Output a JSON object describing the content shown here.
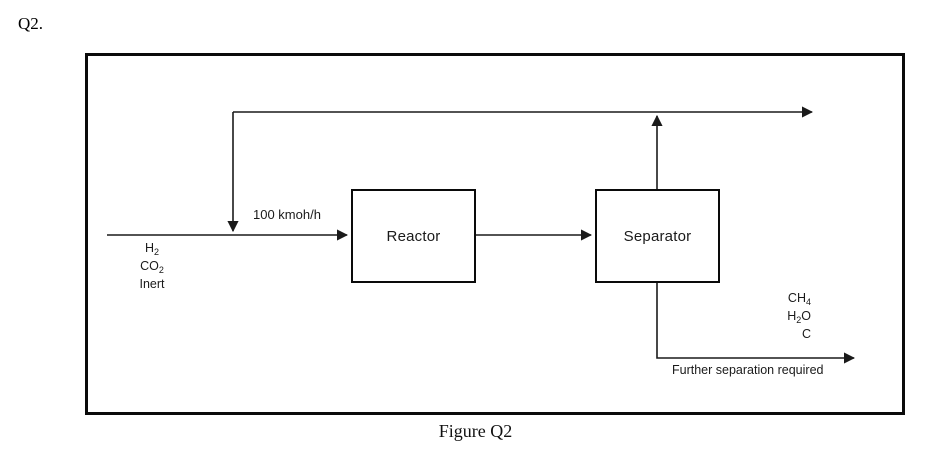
{
  "question": {
    "label": "Q2."
  },
  "figure": {
    "caption": "Figure Q2",
    "units": [
      {
        "id": "reactor",
        "label": "Reactor"
      },
      {
        "id": "separator",
        "label": "Separator"
      }
    ],
    "streams": {
      "recycle_flow_label": "100 kmoh/h",
      "feed_components": [
        "H2",
        "CO2",
        "Inert"
      ],
      "feed_components_display": [
        "H",
        "CO",
        "Inert"
      ],
      "feed_subscripts": [
        "2",
        "2",
        ""
      ],
      "product_components": [
        "CH4",
        "H2O",
        "C"
      ],
      "bottom_note": "Further separation required"
    },
    "colors": {
      "line": "#1a1a1a",
      "frame": "#0a0a0a",
      "background": "#ffffff"
    }
  }
}
